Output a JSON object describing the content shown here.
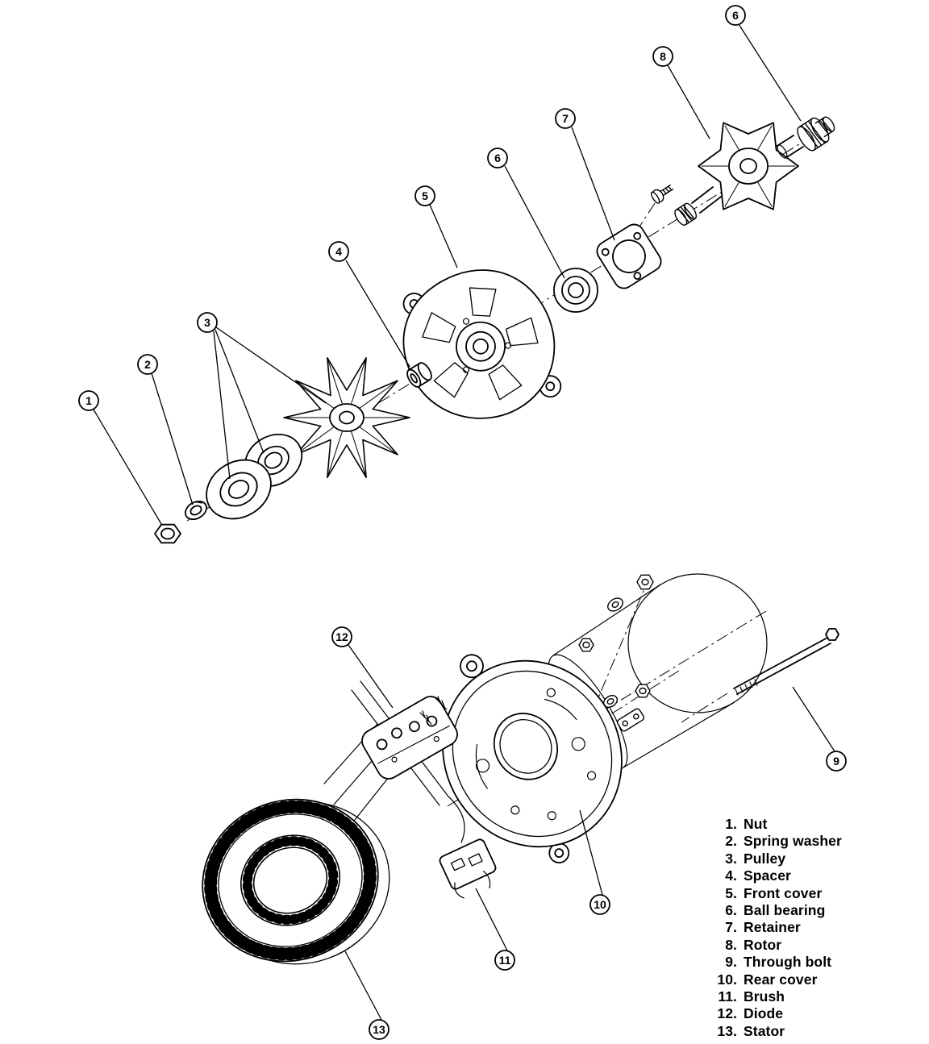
{
  "diagram": {
    "background": "#ffffff",
    "line_color": "#000000",
    "type": "exploded-parts-diagram"
  },
  "callouts": [
    "1",
    "2",
    "3",
    "4",
    "5",
    "6",
    "7",
    "8",
    "6",
    "12",
    "9",
    "10",
    "11",
    "13"
  ],
  "legend": {
    "items": [
      {
        "num": "1.",
        "label": "Nut"
      },
      {
        "num": "2.",
        "label": "Spring washer"
      },
      {
        "num": "3.",
        "label": "Pulley"
      },
      {
        "num": "4.",
        "label": "Spacer"
      },
      {
        "num": "5.",
        "label": "Front cover"
      },
      {
        "num": "6.",
        "label": "Ball bearing"
      },
      {
        "num": "7.",
        "label": "Retainer"
      },
      {
        "num": "8.",
        "label": "Rotor"
      },
      {
        "num": "9.",
        "label": "Through bolt"
      },
      {
        "num": "10.",
        "label": "Rear cover"
      },
      {
        "num": "11.",
        "label": "Brush"
      },
      {
        "num": "12.",
        "label": "Diode"
      },
      {
        "num": "13.",
        "label": "Stator"
      }
    ]
  }
}
